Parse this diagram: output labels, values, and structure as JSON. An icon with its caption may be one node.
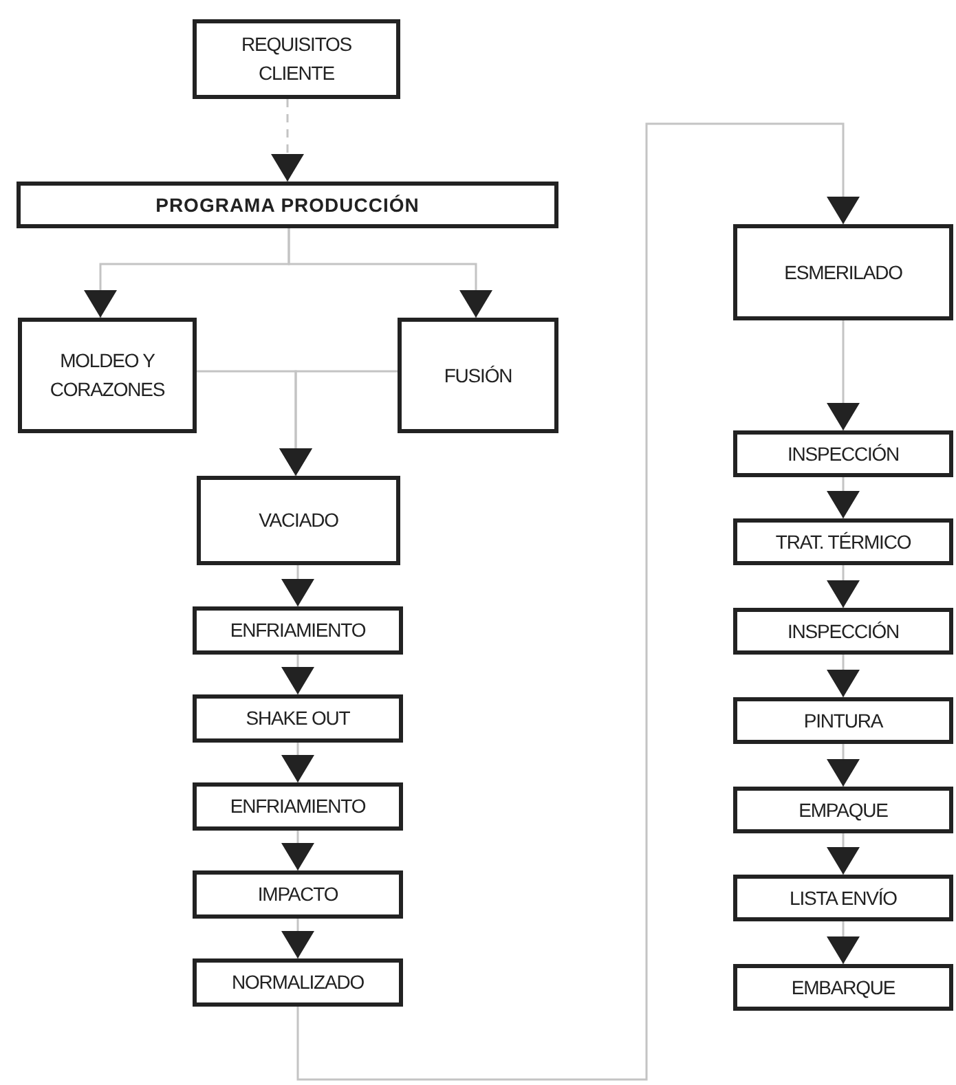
{
  "diagram": {
    "nodes": [
      {
        "text": [
          "REQUISITOS CLIENTE"
        ]
      },
      {
        "text": [
          "PROGRAMA PRODUCCIÓN"
        ]
      },
      {
        "text": [
          "MOLDEO Y CORAZONES"
        ]
      },
      {
        "text": [
          "FUSIÓN"
        ]
      },
      {
        "text": [
          "VACIADO"
        ]
      },
      {
        "text": [
          "ENFRIAMIENTO"
        ]
      },
      {
        "text": [
          "SHAKE OUT"
        ]
      },
      {
        "text": [
          "ENFRIAMIENTO"
        ]
      },
      {
        "text": [
          "IMPACTO"
        ]
      },
      {
        "text": [
          "NORMALIZADO"
        ]
      },
      {
        "text": [
          "ESMERILADO"
        ]
      },
      {
        "text": [
          "INSPECCIÓN"
        ]
      },
      {
        "text": [
          "TRAT. TÉRMICO"
        ]
      },
      {
        "text": [
          "INSPECCIÓN"
        ]
      },
      {
        "text": [
          "PINTURA"
        ]
      },
      {
        "text": [
          "EMPAQUE"
        ]
      },
      {
        "text": [
          "LISTA ENVÍO"
        ]
      },
      {
        "text": [
          "EMBARQUE"
        ]
      }
    ],
    "edges": [
      {
        "from": 0,
        "to": 1,
        "arrow": "to",
        "style": "dashed"
      },
      {
        "from": 1,
        "to": 2,
        "arrow": "to"
      },
      {
        "from": 1,
        "to": 3,
        "arrow": "to"
      },
      {
        "from": 2,
        "to": 4,
        "arrow": "to"
      },
      {
        "from": 3,
        "to": 4,
        "arrow": "to"
      },
      {
        "from": 4,
        "to": 5,
        "arrow": "to"
      },
      {
        "from": 5,
        "to": 6,
        "arrow": "to"
      },
      {
        "from": 6,
        "to": 7,
        "arrow": "to"
      },
      {
        "from": 7,
        "to": 8,
        "arrow": "to"
      },
      {
        "from": 8,
        "to": 9,
        "arrow": "to"
      },
      {
        "from": 9,
        "to": 10,
        "arrow": "to"
      },
      {
        "from": 10,
        "to": 11,
        "arrow": "to"
      },
      {
        "from": 11,
        "to": 12,
        "arrow": "to"
      },
      {
        "from": 12,
        "to": 13,
        "arrow": "to"
      },
      {
        "from": 13,
        "to": 14,
        "arrow": "to"
      },
      {
        "from": 14,
        "to": 15,
        "arrow": "to"
      },
      {
        "from": 15,
        "to": 16,
        "arrow": "to"
      },
      {
        "from": 16,
        "to": 17,
        "arrow": "to"
      }
    ]
  }
}
